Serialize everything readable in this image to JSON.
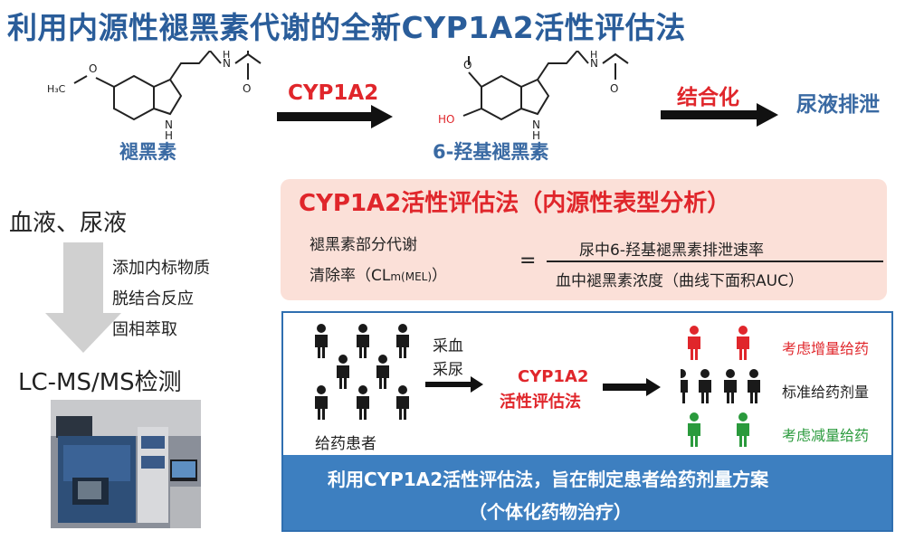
{
  "title": "利用内源性褪黑素代谢的全新CYP1A2活性评估法",
  "molecules": {
    "melatonin": {
      "label": "褪黑素",
      "atoms": {
        "o": "O",
        "h3c": "H₃C",
        "nh": "N",
        "h": "H",
        "n": "N",
        "o2": "O",
        "h2": "H"
      }
    },
    "hydroxy": {
      "label": "6-羟基褪黑素",
      "atoms": {
        "o": "O",
        "ho": "HO",
        "nh": "N",
        "h": "H",
        "n": "N",
        "o2": "O",
        "h2": "H"
      }
    }
  },
  "arrows": {
    "enzyme": "CYP1A2",
    "conjugation": "结合化",
    "urine_excretion": "尿液排泄"
  },
  "method": {
    "title": "CYP1A2活性评估法（内源性表型分析）",
    "lhs_line1": "褪黑素部分代谢",
    "lhs_line2_prefix": "清除率（CL",
    "lhs_sub": "m(MEL)",
    "lhs_line2_suffix": "）",
    "equals": "=",
    "numerator": "尿中6-羟基褪黑素排泄速率",
    "denominator": "血中褪黑素浓度（曲线下面积AUC）"
  },
  "sample": {
    "heading": "血液、尿液",
    "steps": [
      "添加内标物质",
      "脱结合反应",
      "固相萃取"
    ],
    "detection": "LC-MS/MS检测"
  },
  "flow": {
    "patients_label": "给药患者",
    "collect_blood": "采血",
    "collect_urine": "采尿",
    "method_line1": "CYP1A2",
    "method_line2": "活性评估法",
    "increase": "考虑增量给药",
    "standard": "标准给药剂量",
    "decrease": "考虑减量给药"
  },
  "summary": {
    "line1": "利用CYP1A2活性评估法，旨在制定患者给药剂量方案",
    "line2": "（个体化药物治疗）"
  },
  "colors": {
    "title_blue": "#2a5d9a",
    "accent_red": "#e0262b",
    "accent_green": "#2a9a3c",
    "bar_blue": "#3d7fc0",
    "pink_bg": "#fbe0d8"
  }
}
